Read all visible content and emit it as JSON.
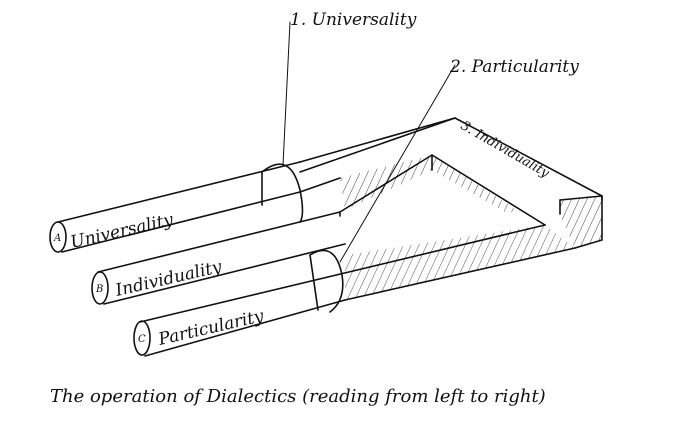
{
  "labels": {
    "top_universality": "1. Universality",
    "top_particularity": "2. Particularity",
    "top_individuality": "3. Individuality",
    "rod_universality": "Universality",
    "rod_individuality": "Individuality",
    "rod_particularity": "Particularity",
    "end_a": "A",
    "end_b": "B",
    "end_c": "C"
  },
  "caption": "The operation of Dialectics (reading from left to right)"
}
